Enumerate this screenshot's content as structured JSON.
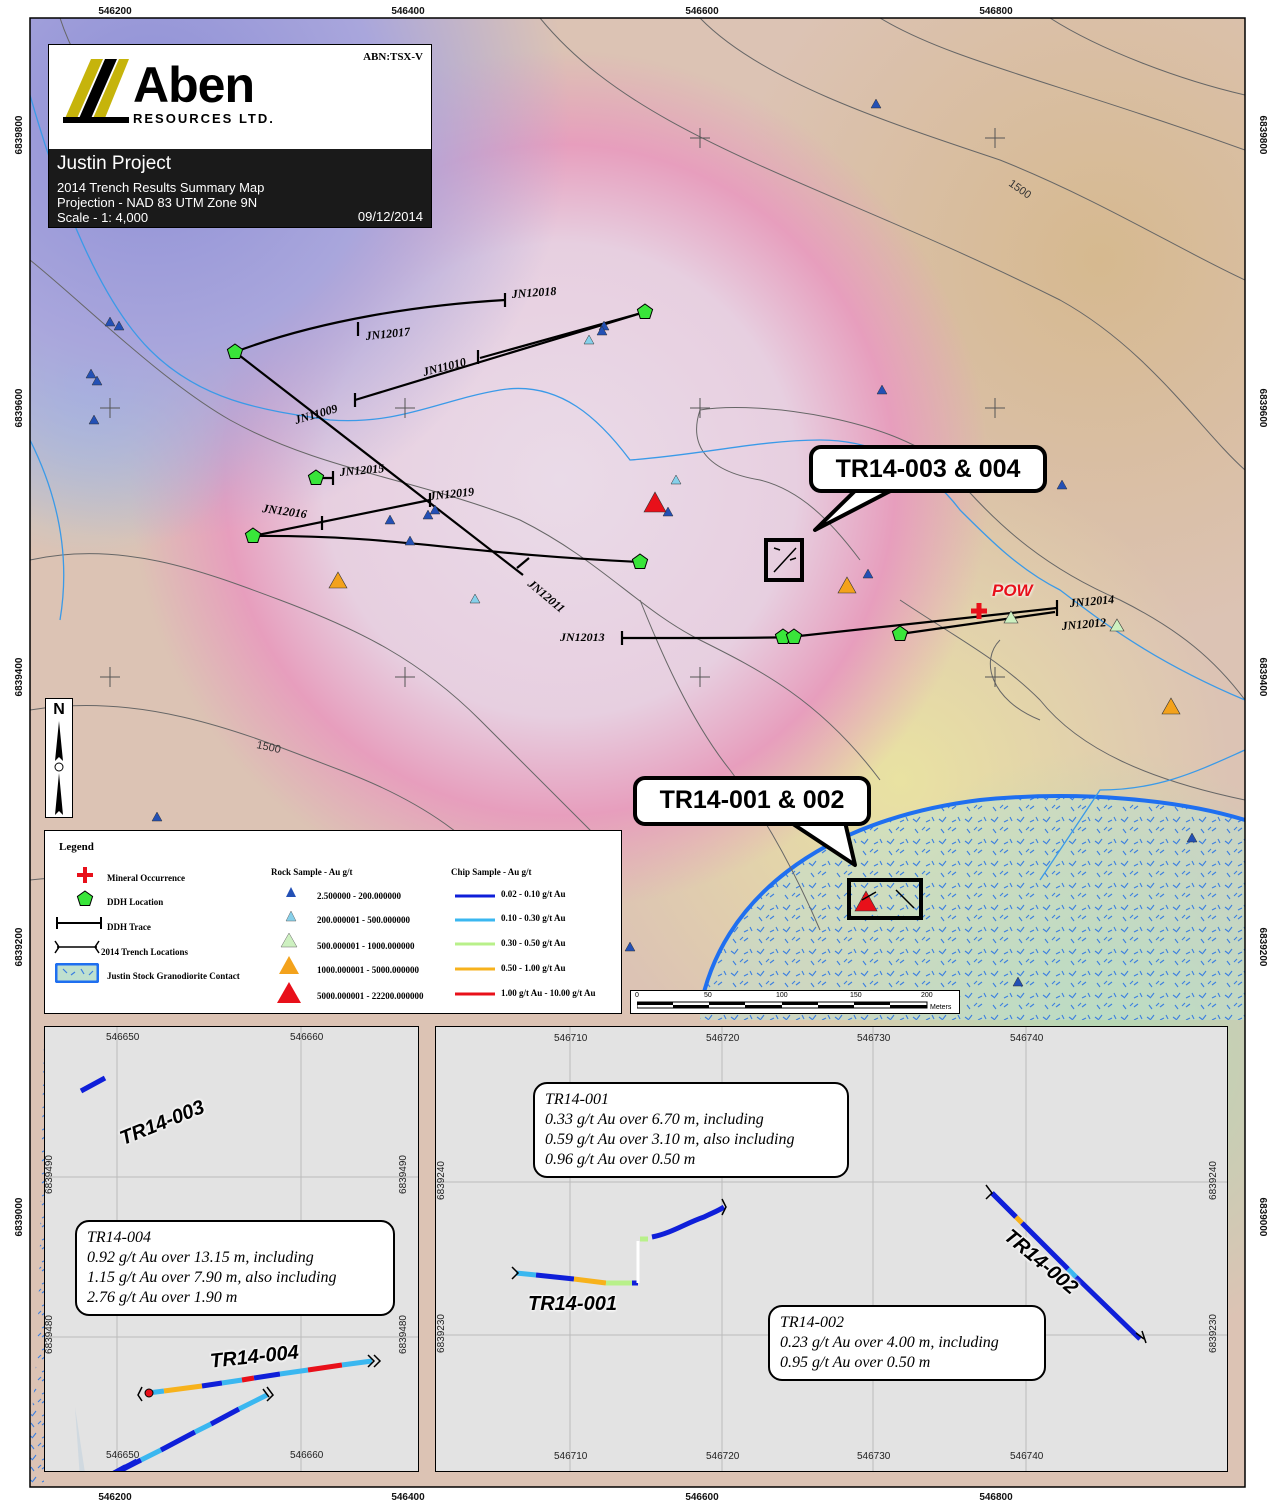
{
  "title_block": {
    "exchange": "ABN:TSX-V",
    "company_name": "Aben",
    "company_suffix": "RESOURCES LTD.",
    "project": "Justin Project",
    "subtitle": "2014 Trench Results Summary Map",
    "projection": "Projection - NAD 83 UTM Zone 9N",
    "scale": "Scale - 1: 4,000",
    "date": "09/12/2014"
  },
  "map_axes": {
    "easting_ticks": [
      "546200",
      "546400",
      "546600",
      "546800"
    ],
    "northing_ticks": [
      "6839800",
      "6839600",
      "6839400",
      "6839200",
      "6839000"
    ]
  },
  "contour_labels": [
    "1500",
    "1500"
  ],
  "ddh_labels": [
    "JN12018",
    "JN12017",
    "JN11010",
    "JN11009",
    "JN12015",
    "JN12019",
    "JN12016",
    "JN12011",
    "JN12013",
    "JN12014",
    "JN12012"
  ],
  "mineral_occurrence_label": "POW",
  "callouts": {
    "tr003_004": "TR14-003 & 004",
    "tr001_002": "TR14-001 & 002"
  },
  "north_arrow": "N",
  "legend": {
    "title": "Legend",
    "symbols": {
      "mineral_occurrence": "Mineral Occurrence",
      "ddh_location": "DDH Location",
      "ddh_trace": "DDH Trace",
      "trench_locations": "2014 Trench Locations",
      "stock_contact": "Justin Stock Granodiorite Contact"
    },
    "rock_sample_title": "Rock Sample - Au g/t",
    "rock_samples": [
      {
        "label": "2.500000 - 200.000000",
        "color": "#2350b5"
      },
      {
        "label": "200.000001 - 500.000000",
        "color": "#86d0ea"
      },
      {
        "label": "500.000001 - 1000.000000",
        "color": "#cdf0c0"
      },
      {
        "label": "1000.000001 - 5000.000000",
        "color": "#f3a21c"
      },
      {
        "label": "5000.000001 - 22200.000000",
        "color": "#e8101a"
      }
    ],
    "chip_sample_title": "Chip Sample - Au g/t",
    "chip_samples": [
      {
        "label": "0.02 - 0.10 g/t Au",
        "color": "#0f1fd9"
      },
      {
        "label": "0.10 - 0.30 g/t Au",
        "color": "#3ab7f0"
      },
      {
        "label": "0.30 - 0.50 g/t Au",
        "color": "#b8f08a"
      },
      {
        "label": "0.50 - 1.00 g/t Au",
        "color": "#f7b21c"
      },
      {
        "label": "1.00 g/t Au - 10.00 g/t Au",
        "color": "#e8101a"
      }
    ]
  },
  "scale_bar": {
    "labels": [
      "0",
      "50",
      "100",
      "150",
      "200"
    ],
    "unit": "Meters"
  },
  "inset_left": {
    "easting_ticks": [
      "546650",
      "546660"
    ],
    "northing_ticks": [
      "6839490",
      "6839480"
    ],
    "tr003_label": "TR14-003",
    "tr004_label": "TR14-004",
    "result_lines": [
      "TR14-004",
      "0.92 g/t Au over 13.15 m, including",
      "1.15 g/t Au over 7.90 m, also including",
      "2.76 g/t Au over 1.90 m"
    ]
  },
  "inset_right": {
    "easting_ticks": [
      "546710",
      "546720",
      "546730",
      "546740"
    ],
    "northing_ticks": [
      "6839240",
      "6839230"
    ],
    "tr001_label": "TR14-001",
    "tr002_label": "TR14-002",
    "result_001": [
      "TR14-001",
      "0.33 g/t Au over 6.70 m, including",
      "0.59 g/t Au over 3.10 m, also including",
      "0.96 g/t Au over 0.50 m"
    ],
    "result_002": [
      "TR14-002",
      "0.23 g/t Au over 4.00 m, including",
      "0.95 g/t Au over 0.50 m"
    ]
  }
}
